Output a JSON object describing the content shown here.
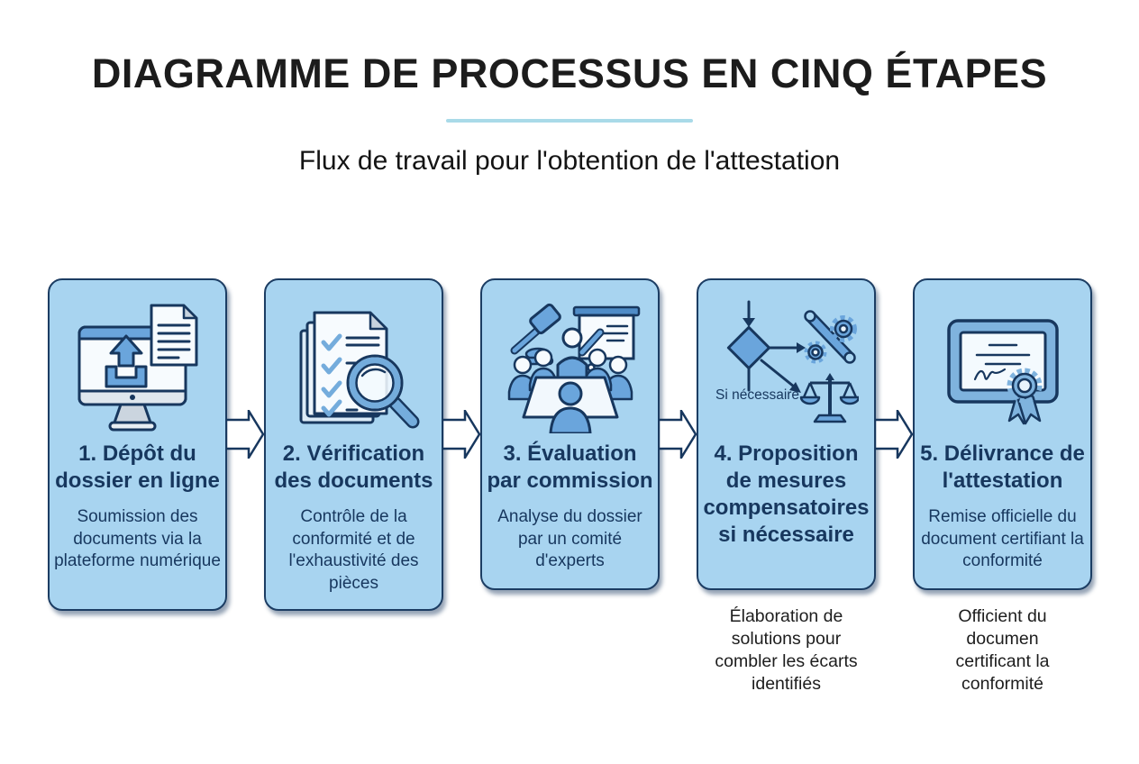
{
  "header": {
    "title": "DIAGRAMME DE PROCESSUS EN CINQ ÉTAPES",
    "subtitle": "Flux de travail pour l'obtention de l'attestation"
  },
  "colors": {
    "box_fill": "#a8d4f0",
    "box_border": "#1c3d63",
    "text_navy": "#17375e",
    "accent_underline": "#a9dae8",
    "icon_blue": "#6aa5dc",
    "icon_light": "#f7fbfe"
  },
  "flow": {
    "arrow_icon": "block-arrow-right-icon",
    "arrow_count": 4
  },
  "steps": [
    {
      "icon": "computer-upload-icon",
      "title_lines": [
        "1. Dépôt du",
        "dossier en ligne"
      ],
      "subtitle": "Soumission des documents via la plateforme numérique"
    },
    {
      "icon": "documents-magnifier-icon",
      "title_lines": [
        "2. Vérification",
        "des documents"
      ],
      "subtitle": "Contrôle de la conformité et de l'exhaustivité des pièces"
    },
    {
      "icon": "committee-meeting-icon",
      "title_lines": [
        "3. Évaluation",
        "par commission"
      ],
      "subtitle": "Analyse du dossier par un comité d'experts"
    },
    {
      "icon": "decision-tools-scales-icon",
      "icon_label": "Si nécessaire",
      "title_lines": [
        "4. Proposition",
        "de mesures",
        "compensatoires",
        "si nécessaire"
      ],
      "caption_lines": [
        "Élaboration de",
        "solutions pour",
        "combler les écarts",
        "identifiés"
      ]
    },
    {
      "icon": "certificate-seal-icon",
      "title_lines": [
        "5. Délivrance de",
        "l'attestation"
      ],
      "subtitle": "Remise officielle du document certifiant la conformité",
      "caption_lines": [
        "Officient du",
        "documen",
        "certificant la",
        "conformité"
      ]
    }
  ]
}
